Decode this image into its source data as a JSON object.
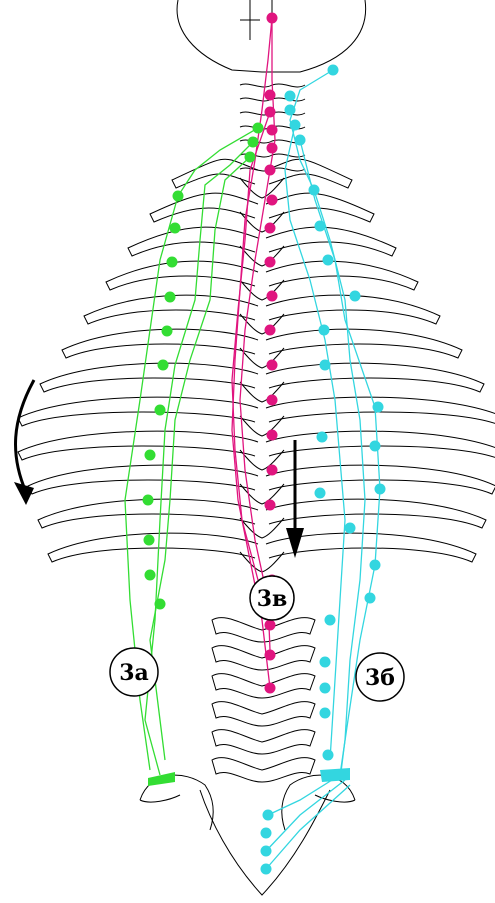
{
  "labels": {
    "left": "3а",
    "right": "3б",
    "center": "3в"
  },
  "colors": {
    "left_series": "#33dd33",
    "right_series": "#33d6e0",
    "center_series": "#e0157f",
    "bone": "#000000",
    "arrow": "#000000",
    "background": "#ffffff"
  },
  "icons": {
    "curved_arrow": "curved-arrow-icon",
    "down_arrow": "down-arrow-icon"
  }
}
